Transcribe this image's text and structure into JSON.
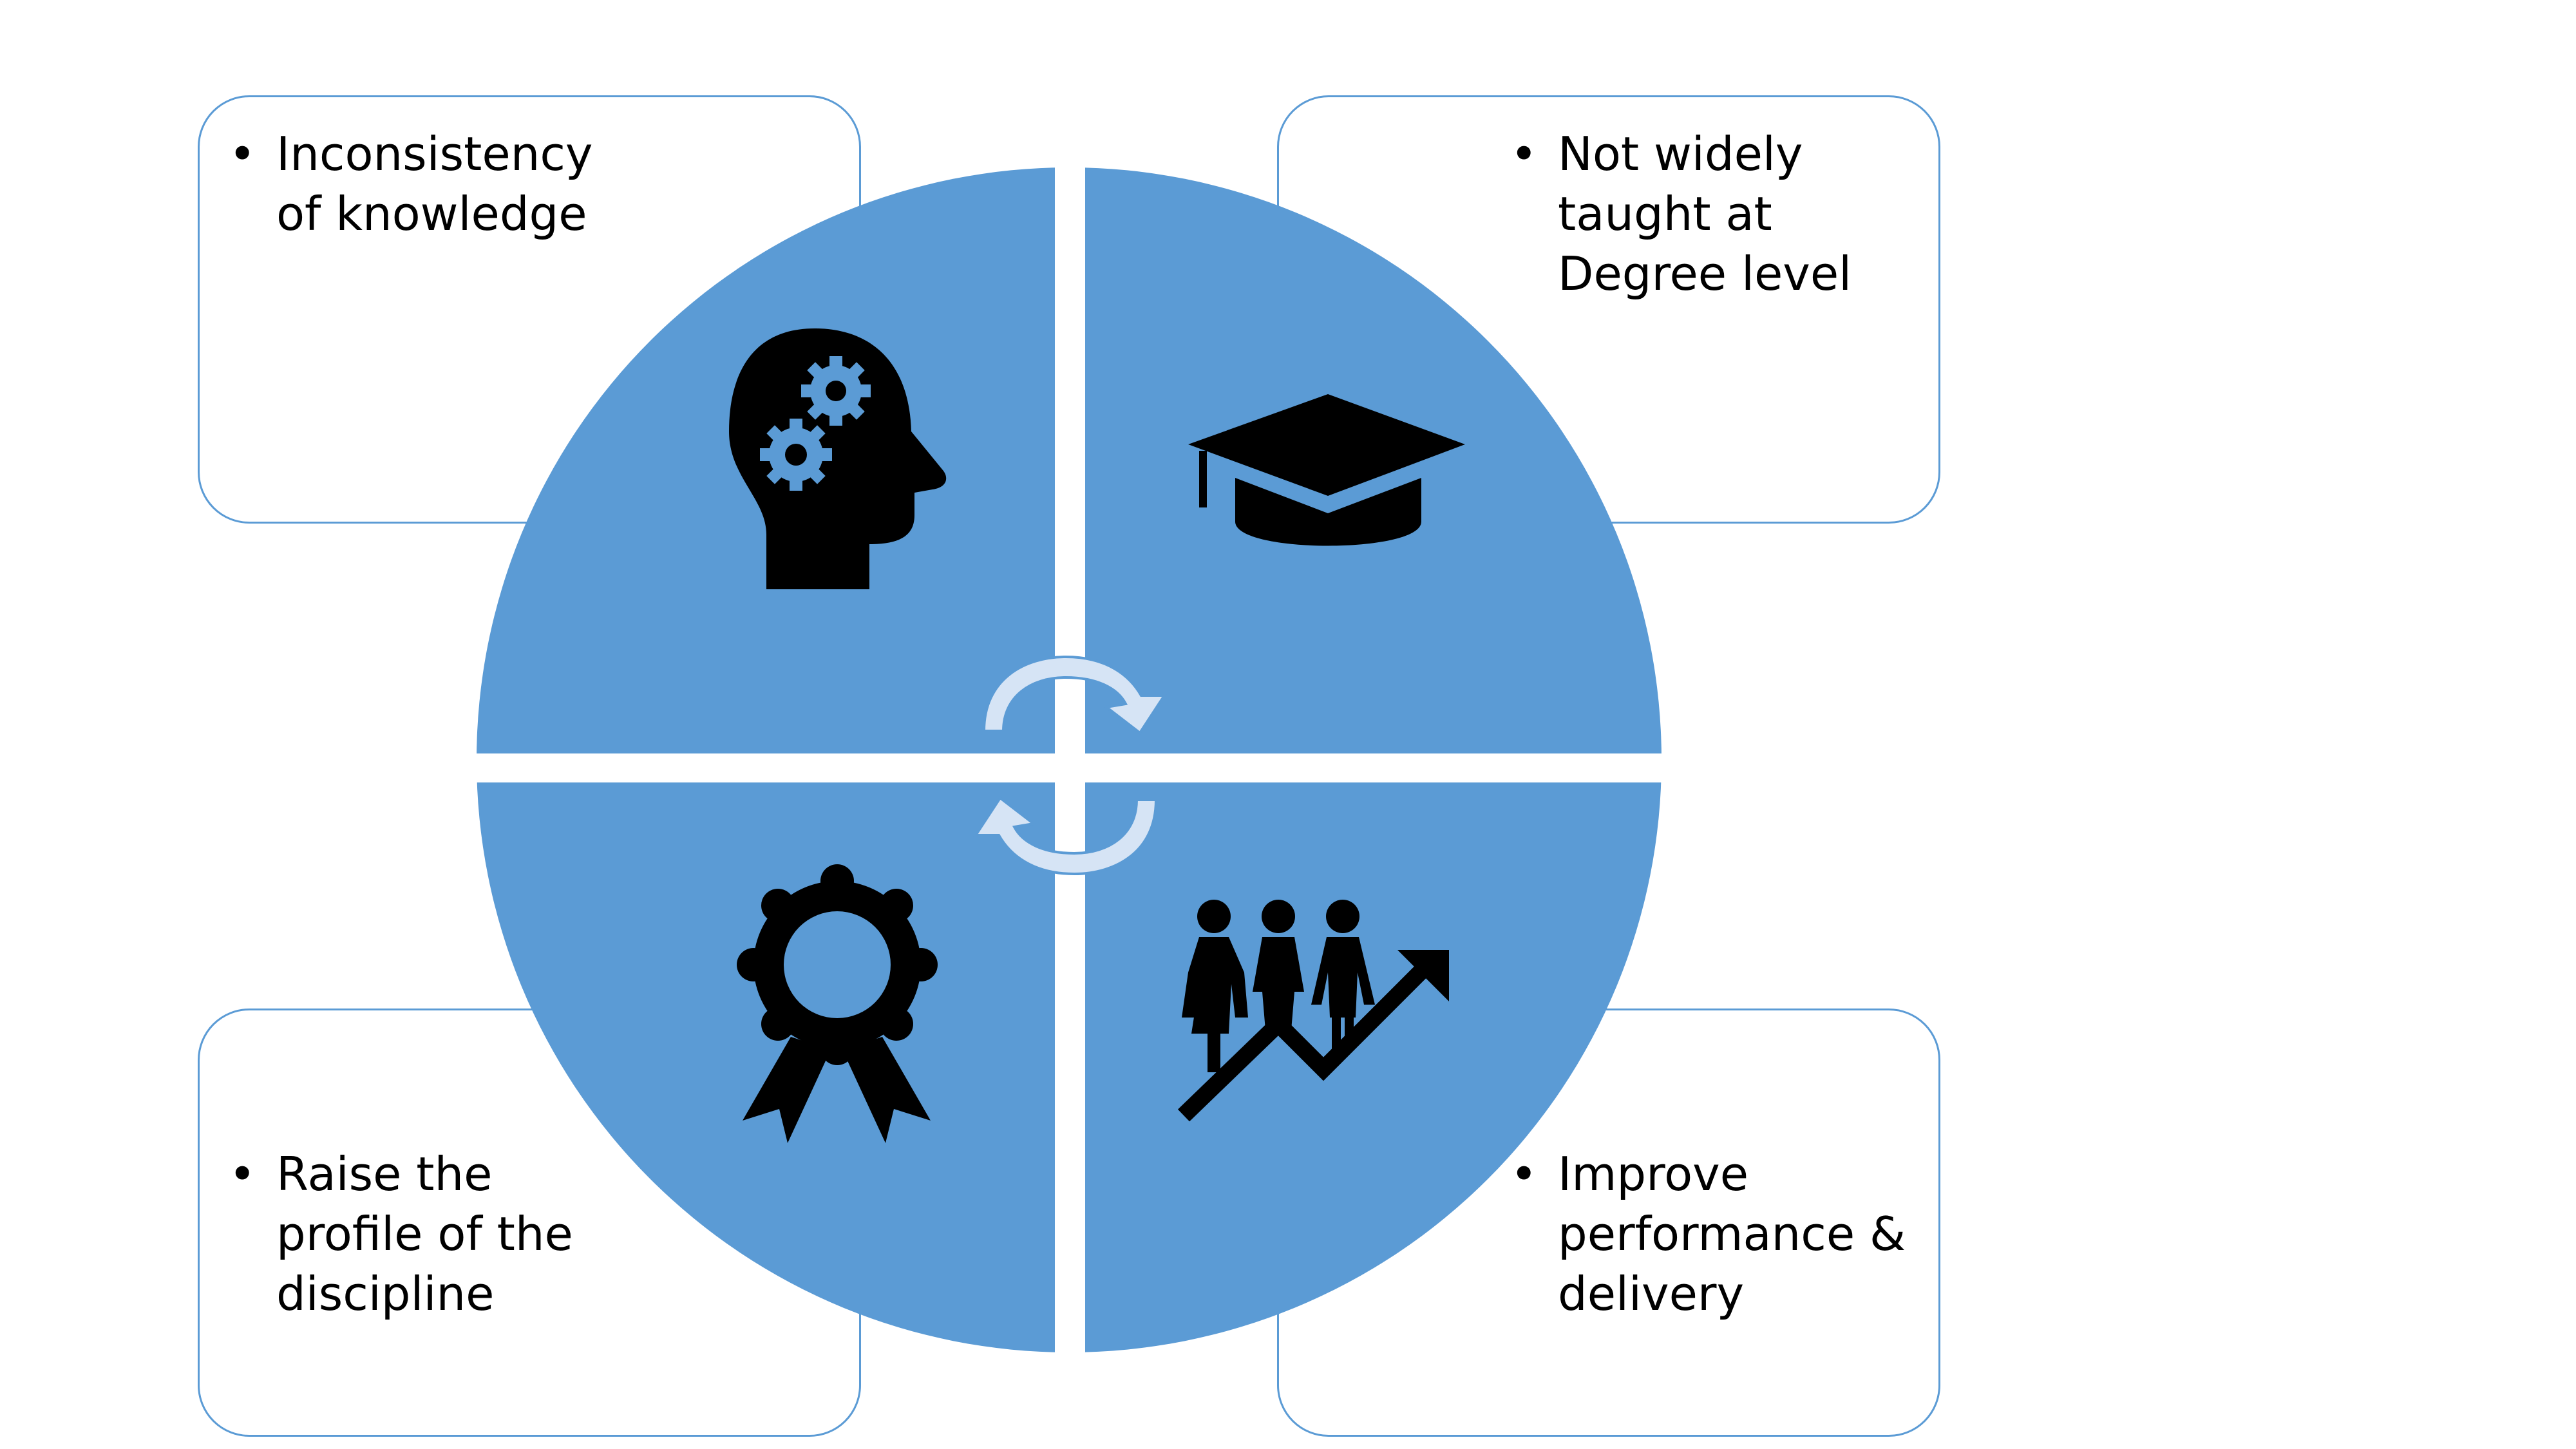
{
  "colors": {
    "circle_fill": "#5b9bd5",
    "card_border": "#5b9bd5",
    "arrow_fill": "#d6e4f5",
    "icon_fill": "#000000"
  },
  "quadrants": [
    {
      "id": "top-left",
      "text": "Inconsistency\nof knowledge",
      "icon": "head-gears-icon"
    },
    {
      "id": "top-right",
      "text": "Not widely\ntaught at\nDegree level",
      "icon": "graduation-cap-icon"
    },
    {
      "id": "bottom-left",
      "text": "Raise the\nprofile of the\ndiscipline",
      "icon": "award-ribbon-icon"
    },
    {
      "id": "bottom-right",
      "text": "Improve\nperformance &\ndelivery",
      "icon": "team-growth-icon"
    }
  ],
  "center_icon": "cycle-arrows-icon",
  "bullet_glyph": "•"
}
